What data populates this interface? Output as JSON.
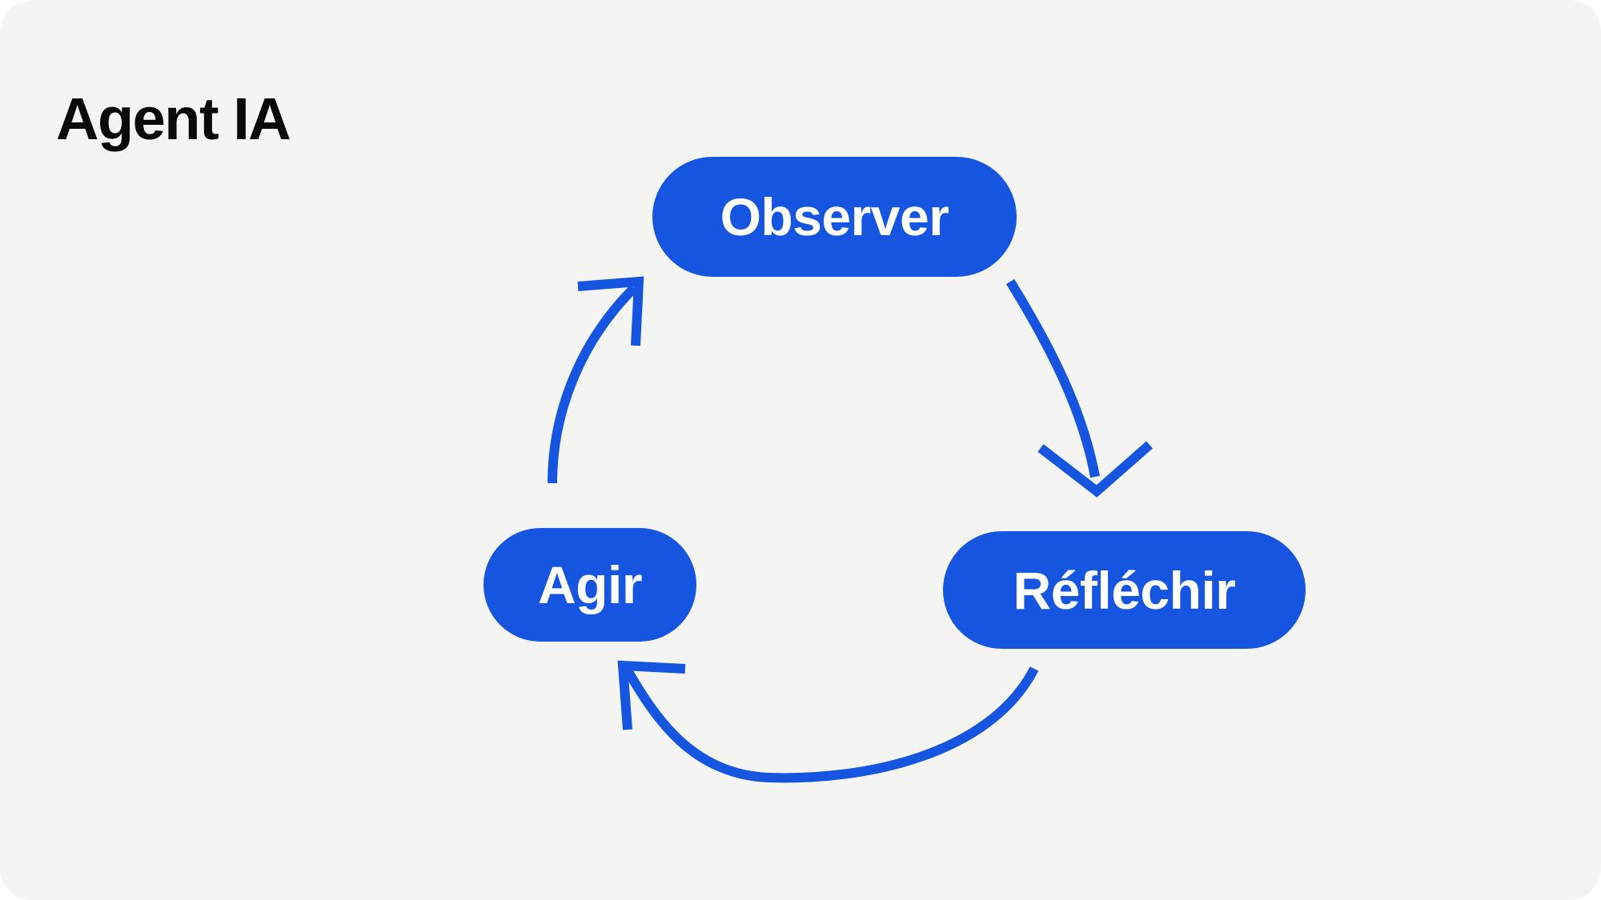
{
  "page": {
    "title": "Agent IA",
    "background_color": "#f4f4f3",
    "accent_color": "#1655e0",
    "title_color": "#0a0a0a",
    "node_text_color": "#ffffff"
  },
  "diagram": {
    "type": "cycle",
    "direction": "clockwise",
    "node_count": 3,
    "arrow_count": 3,
    "nodes": [
      {
        "id": "observer",
        "label": "Observer",
        "position": "top",
        "fill": "#1655e0",
        "text_color": "#ffffff"
      },
      {
        "id": "reflechir",
        "label": "Réfléchir",
        "position": "bottom-right",
        "fill": "#1655e0",
        "text_color": "#ffffff"
      },
      {
        "id": "agir",
        "label": "Agir",
        "position": "bottom-left",
        "fill": "#1655e0",
        "text_color": "#ffffff"
      }
    ],
    "arrows": [
      {
        "id": "observer-to-reflechir",
        "from": "observer",
        "to": "reflechir",
        "shape": "curve-right-descending",
        "color": "#1655e0"
      },
      {
        "id": "reflechir-to-agir",
        "from": "reflechir",
        "to": "agir",
        "shape": "curve-bottom-leftward",
        "color": "#1655e0"
      },
      {
        "id": "agir-to-observer",
        "from": "agir",
        "to": "observer",
        "shape": "curve-left-ascending",
        "color": "#1655e0"
      }
    ]
  }
}
